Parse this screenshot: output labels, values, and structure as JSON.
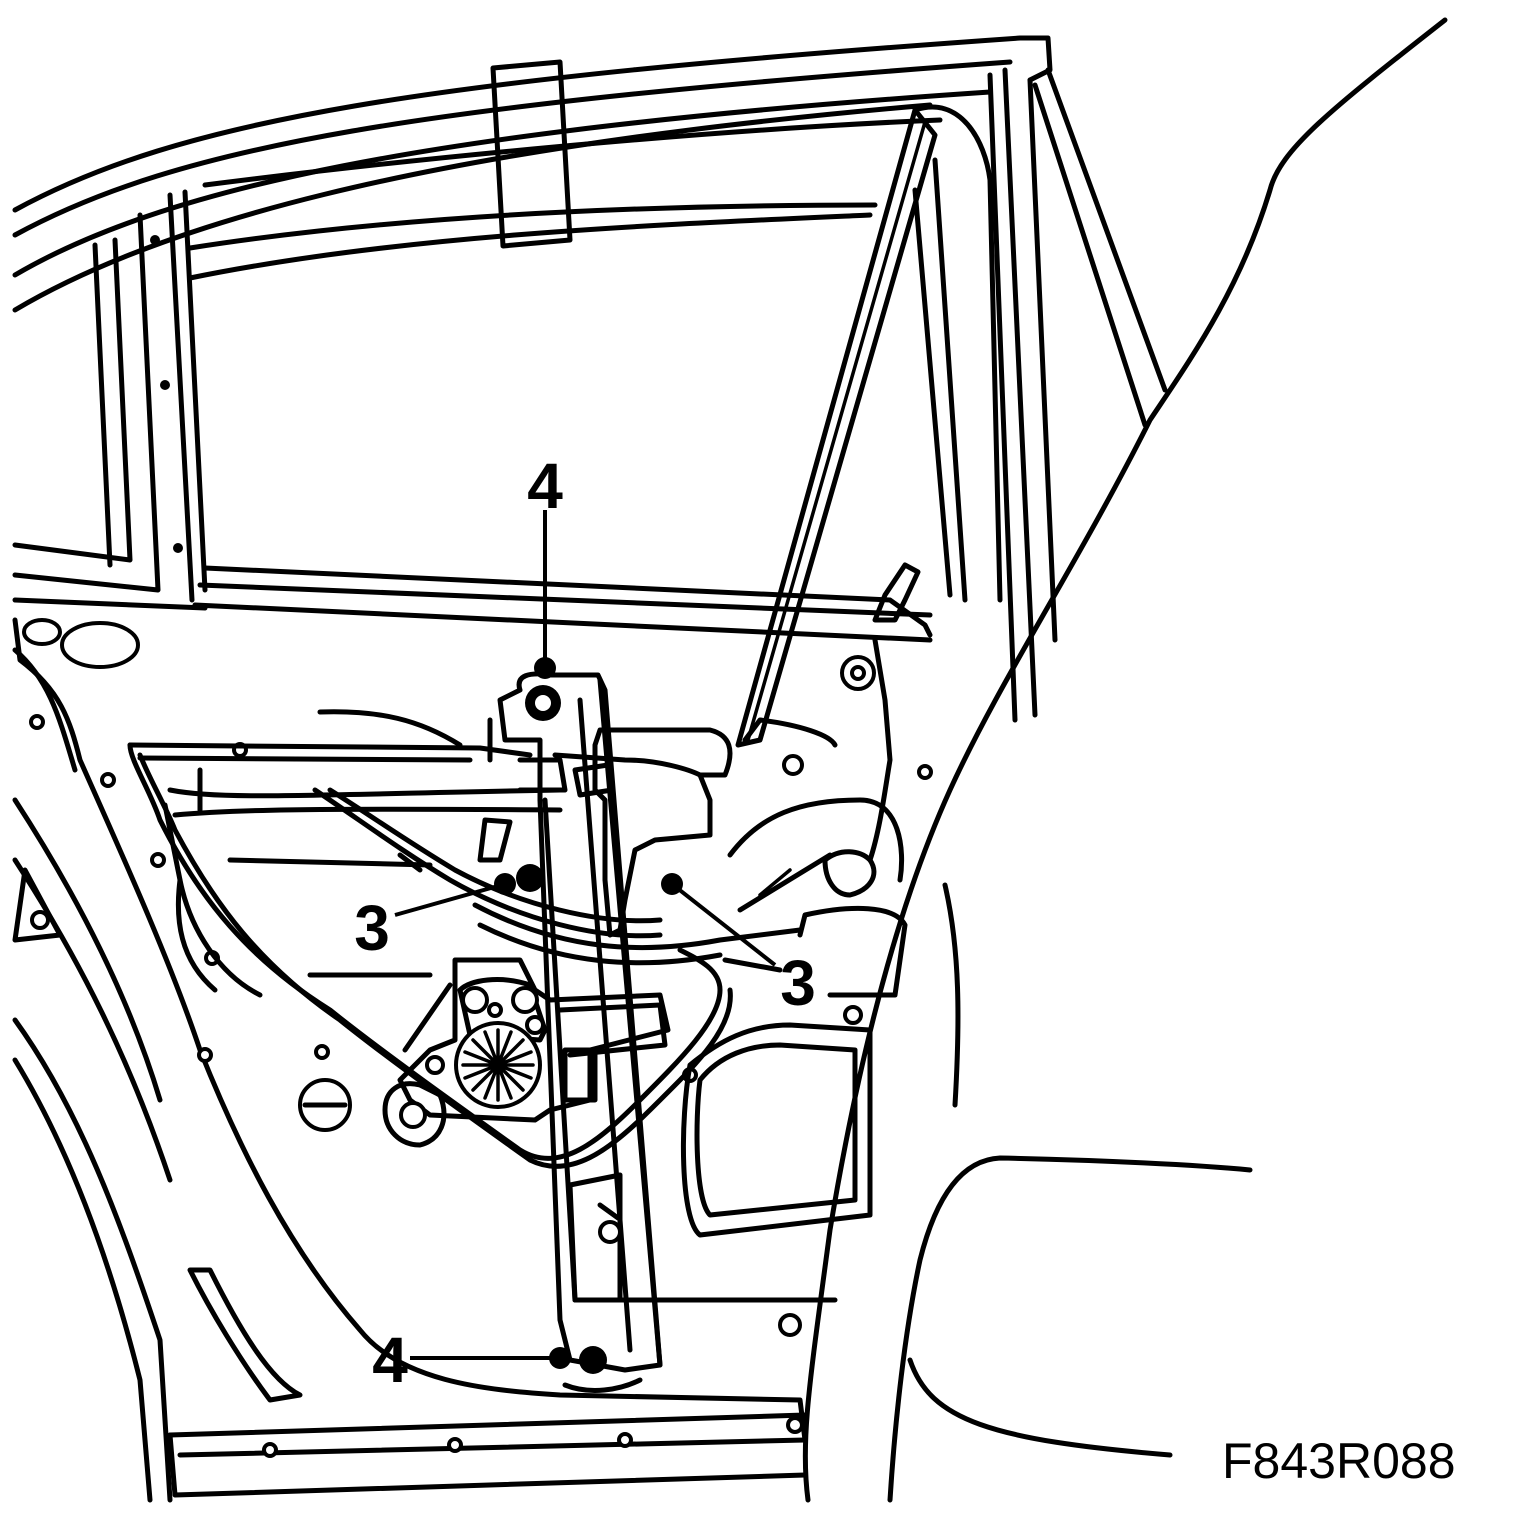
{
  "callouts": {
    "fastener_upper": "4",
    "fastener_lower": "4",
    "bolt_left": "3",
    "bolt_right": "3"
  },
  "figure_id": "F843R088",
  "colors": {
    "line": "#000000",
    "background": "#ffffff"
  }
}
